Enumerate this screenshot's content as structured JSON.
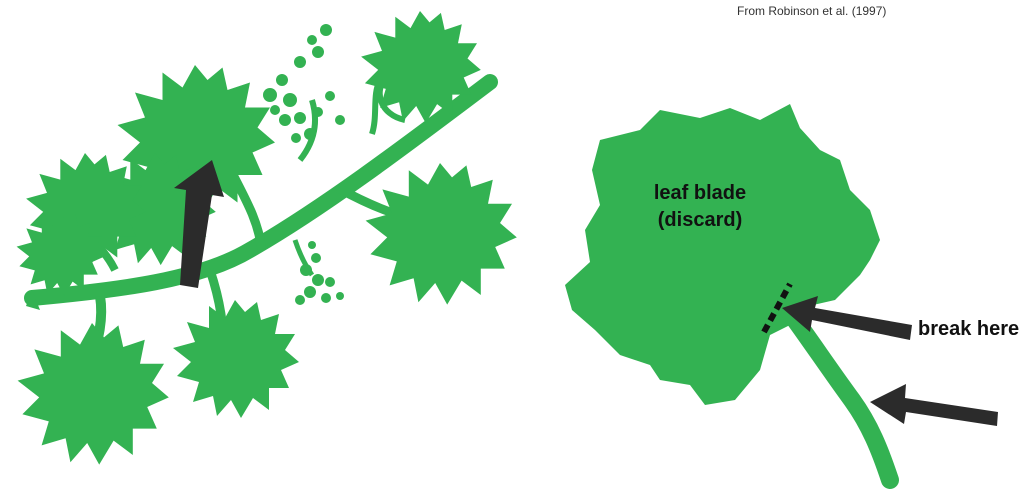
{
  "credit": "From Robinson et al. (1997)",
  "labels": {
    "blade_line1": "leaf blade",
    "blade_line2": "(discard)",
    "break": "break here"
  },
  "colors": {
    "leaf_green": "#33b252",
    "arrow_dark": "#2b2b2b",
    "text": "#111111"
  },
  "icons": [
    "grapevine-shoot-illustration",
    "single-leaf-with-petiole-illustration",
    "arrow-icon"
  ]
}
